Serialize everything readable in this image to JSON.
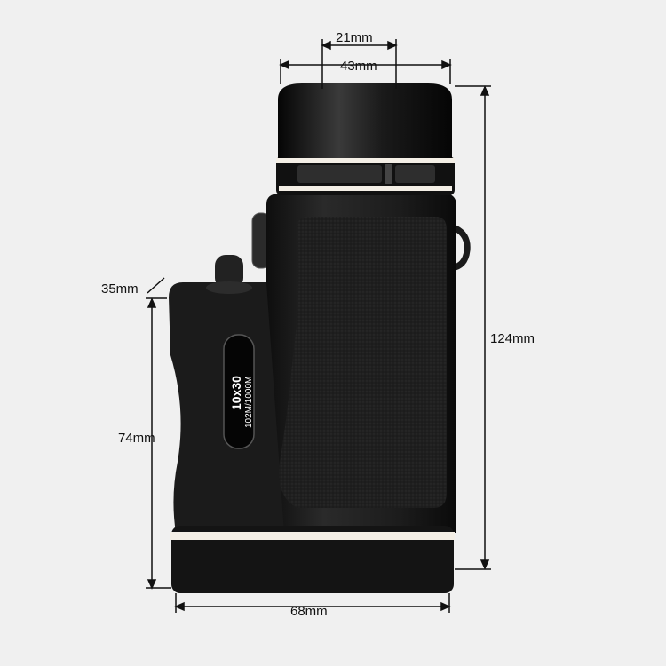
{
  "dimensions": {
    "eyepiece_inner": "21mm",
    "eyepiece_outer": "43mm",
    "height_total": "124mm",
    "handle_depth": "35mm",
    "handle_height": "74mm",
    "width_base": "68mm"
  },
  "product_label": {
    "model": "10x30",
    "field_of_view": "102M/1000M"
  },
  "colors": {
    "background": "#f0f0f0",
    "body": "#1a1a1a",
    "accent_stripe": "#f4efe6"
  }
}
